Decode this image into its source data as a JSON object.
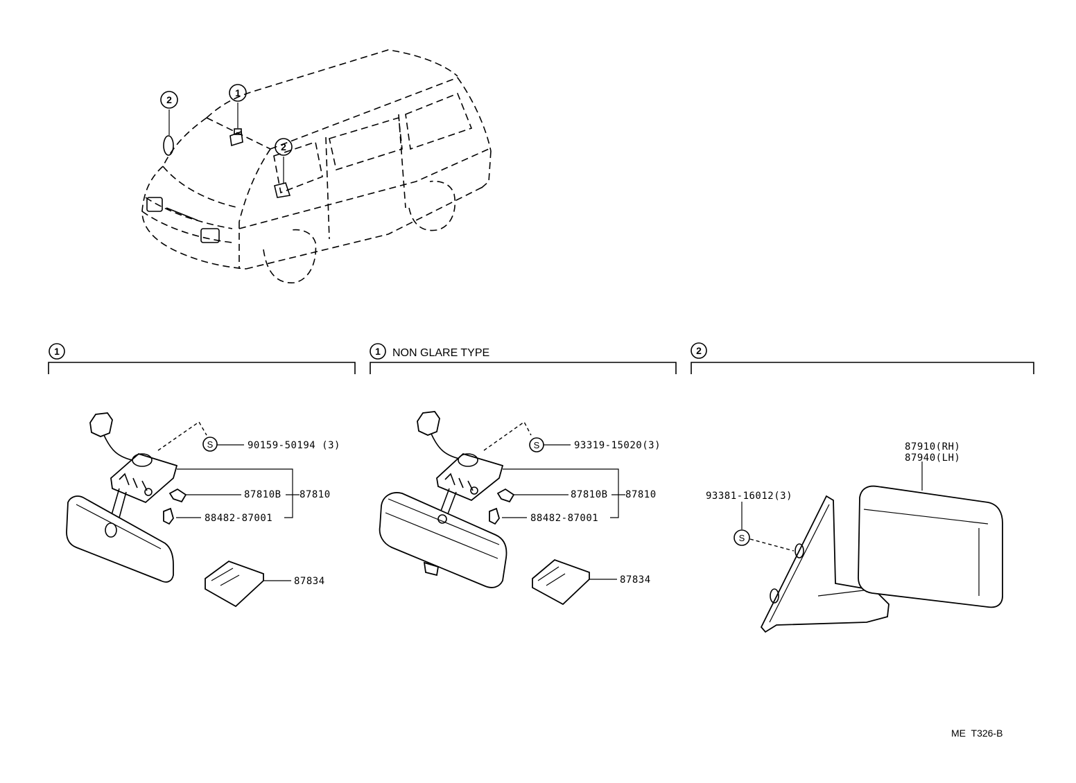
{
  "sections": [
    {
      "num": "1",
      "title": ""
    },
    {
      "num": "1",
      "title": "NON GLARE TYPE"
    },
    {
      "num": "2",
      "title": ""
    }
  ],
  "overview_callouts": [
    "2",
    "1",
    "2"
  ],
  "section1": {
    "screw": "90159-50194 (3)",
    "bulb": "87810B",
    "assy": "87810",
    "clip": "88482-87001",
    "cover": "87834",
    "s_marker": "S"
  },
  "section2": {
    "screw": "93319-15020(3)",
    "bulb": "87810B",
    "assy": "87810",
    "clip": "88482-87001",
    "cover": "87834",
    "s_marker": "S"
  },
  "section3": {
    "screw": "93381-16012(3)",
    "mirror_rh": "87910(RH)",
    "mirror_lh": "87940(LH)",
    "s_marker": "S"
  },
  "footer_code": "ME  T326-B"
}
